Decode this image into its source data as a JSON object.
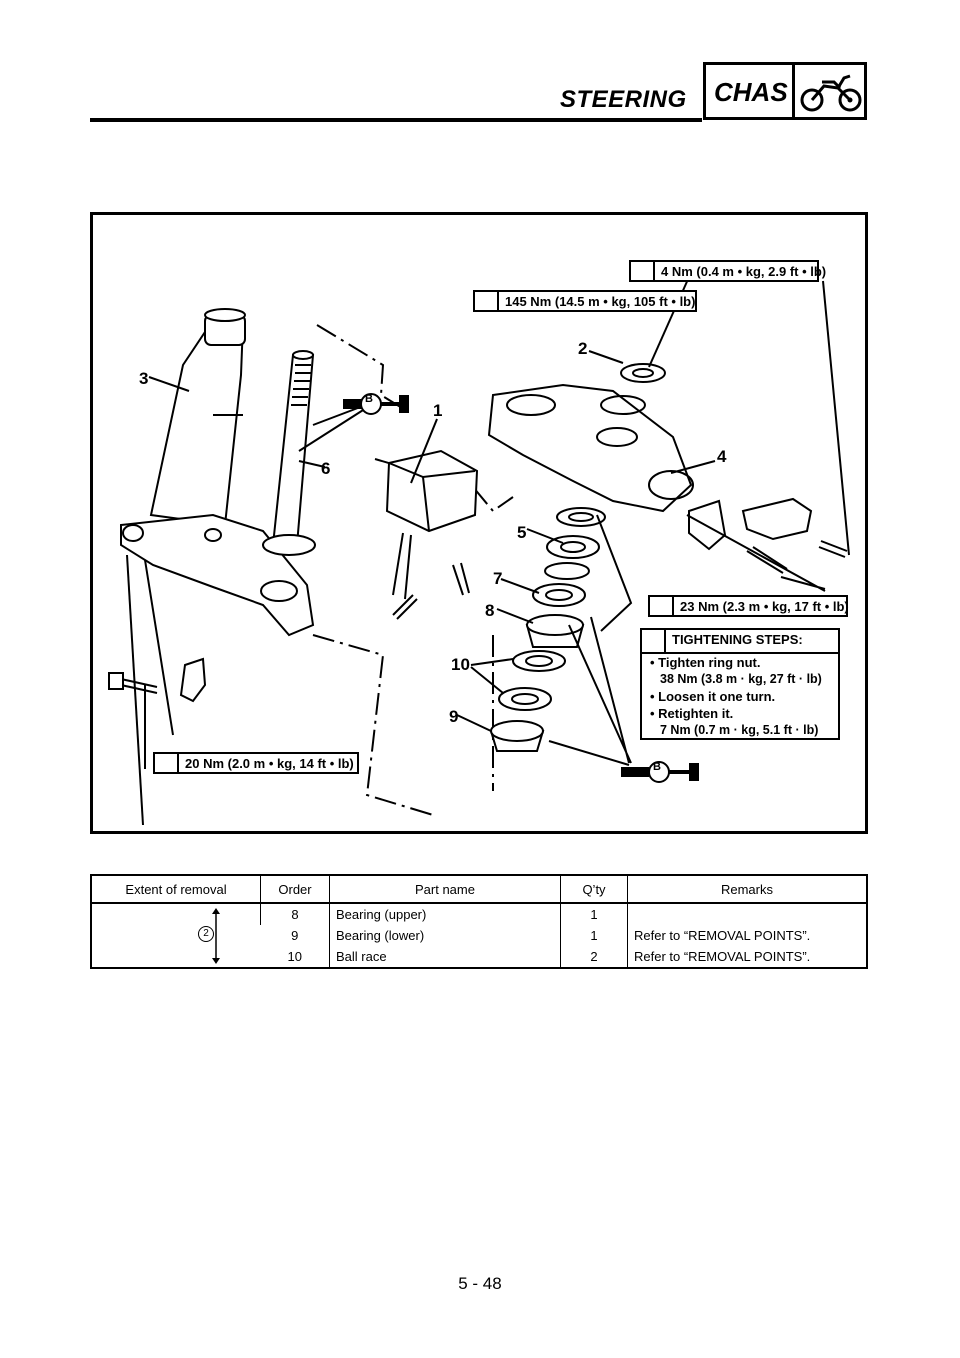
{
  "header": {
    "section_title": "STEERING",
    "chapter_code": "CHAS",
    "chapter_icon": "motorcycle-icon"
  },
  "diagram": {
    "torque_labels": [
      "4 Nm (0.4 m • kg, 2.9 ft • lb)",
      "145 Nm (14.5 m • kg, 105 ft • lb)",
      "23 Nm (2.3 m • kg, 17 ft • lb)",
      "20 Nm (2.0 m • kg, 14 ft • lb)"
    ],
    "tightening": {
      "title": "TIGHTENING STEPS:",
      "lines": [
        "• Tighten ring nut.",
        "38 Nm (3.8 m · kg, 27 ft · lb)",
        "• Loosen it one turn.",
        "• Retighten it.",
        "7 Nm (0.7 m · kg, 5.1 ft · lb)"
      ]
    },
    "part_numbers": [
      "1",
      "2",
      "3",
      "4",
      "5",
      "6",
      "7",
      "8",
      "9",
      "10"
    ],
    "grease_marks": [
      "B",
      "B"
    ]
  },
  "table": {
    "headers": [
      "Extent of removal",
      "Order",
      "Part name",
      "Q’ty",
      "Remarks"
    ],
    "extent_marker": "2",
    "rows": [
      {
        "order": "8",
        "name": "Bearing (upper)",
        "qty": "1",
        "remarks": ""
      },
      {
        "order": "9",
        "name": "Bearing (lower)",
        "qty": "1",
        "remarks": "Refer to “REMOVAL POINTS”."
      },
      {
        "order": "10",
        "name": "Ball race",
        "qty": "2",
        "remarks": "Refer to “REMOVAL POINTS”."
      }
    ]
  },
  "footer": {
    "page_number": "5 - 48"
  }
}
